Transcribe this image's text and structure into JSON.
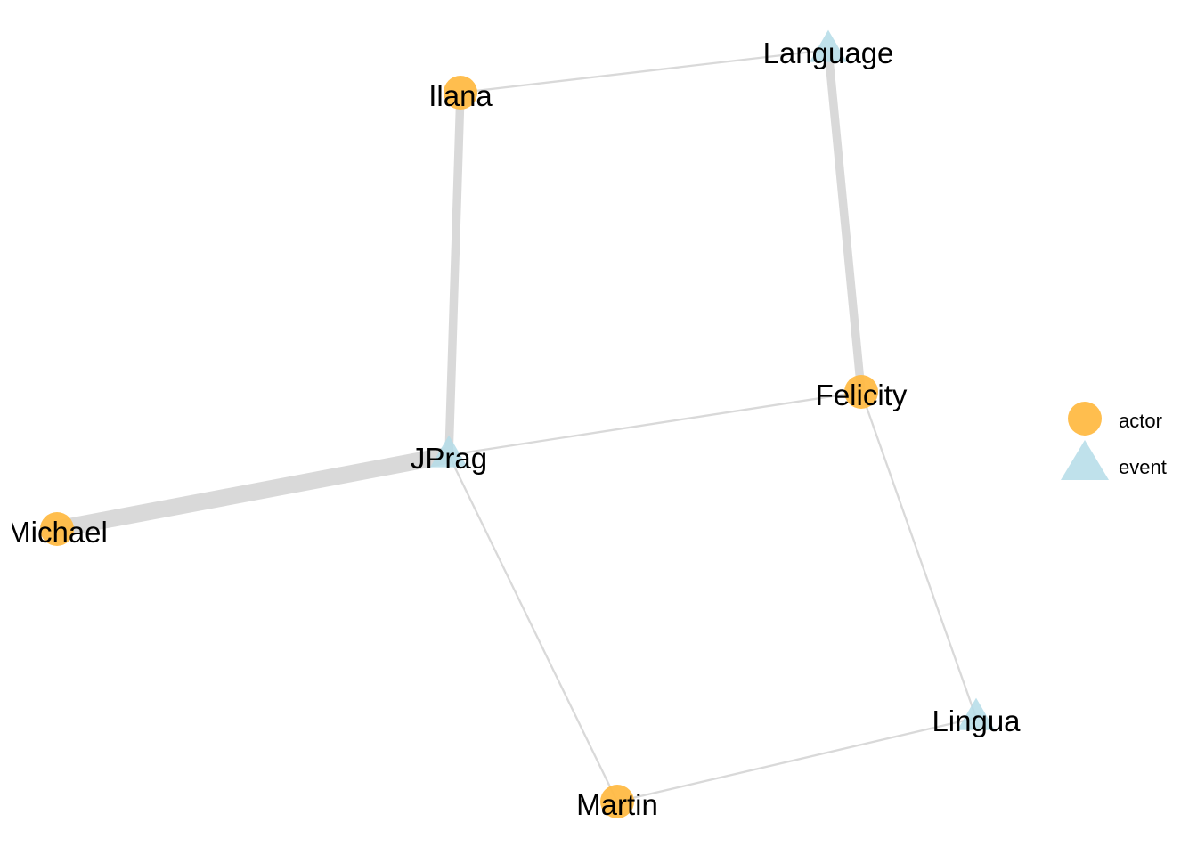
{
  "colors": {
    "actor": "#FFBA44",
    "event": "#B4DCE8",
    "edge": "#D9D9D9",
    "label": "#000000"
  },
  "nodes": [
    {
      "id": "Ilana",
      "label": "Ilana",
      "type": "actor"
    },
    {
      "id": "Language",
      "label": "Language",
      "type": "event"
    },
    {
      "id": "Felicity",
      "label": "Felicity",
      "type": "actor"
    },
    {
      "id": "JPrag",
      "label": "JPrag",
      "type": "event"
    },
    {
      "id": "Michael",
      "label": "Michael",
      "type": "actor"
    },
    {
      "id": "Martin",
      "label": "Martin",
      "type": "actor"
    },
    {
      "id": "Lingua",
      "label": "Lingua",
      "type": "event"
    }
  ],
  "edges": [
    {
      "source": "Ilana",
      "target": "Language",
      "weight": 1
    },
    {
      "source": "Ilana",
      "target": "JPrag",
      "weight": 4
    },
    {
      "source": "Language",
      "target": "Felicity",
      "weight": 4
    },
    {
      "source": "Felicity",
      "target": "JPrag",
      "weight": 1
    },
    {
      "source": "Felicity",
      "target": "Lingua",
      "weight": 1
    },
    {
      "source": "JPrag",
      "target": "Michael",
      "weight": 8
    },
    {
      "source": "JPrag",
      "target": "Martin",
      "weight": 1
    },
    {
      "source": "Martin",
      "target": "Lingua",
      "weight": 1
    }
  ],
  "legend": [
    {
      "label": "actor",
      "type": "actor",
      "icon": "circle-icon"
    },
    {
      "label": "event",
      "type": "event",
      "icon": "triangle-icon"
    }
  ]
}
